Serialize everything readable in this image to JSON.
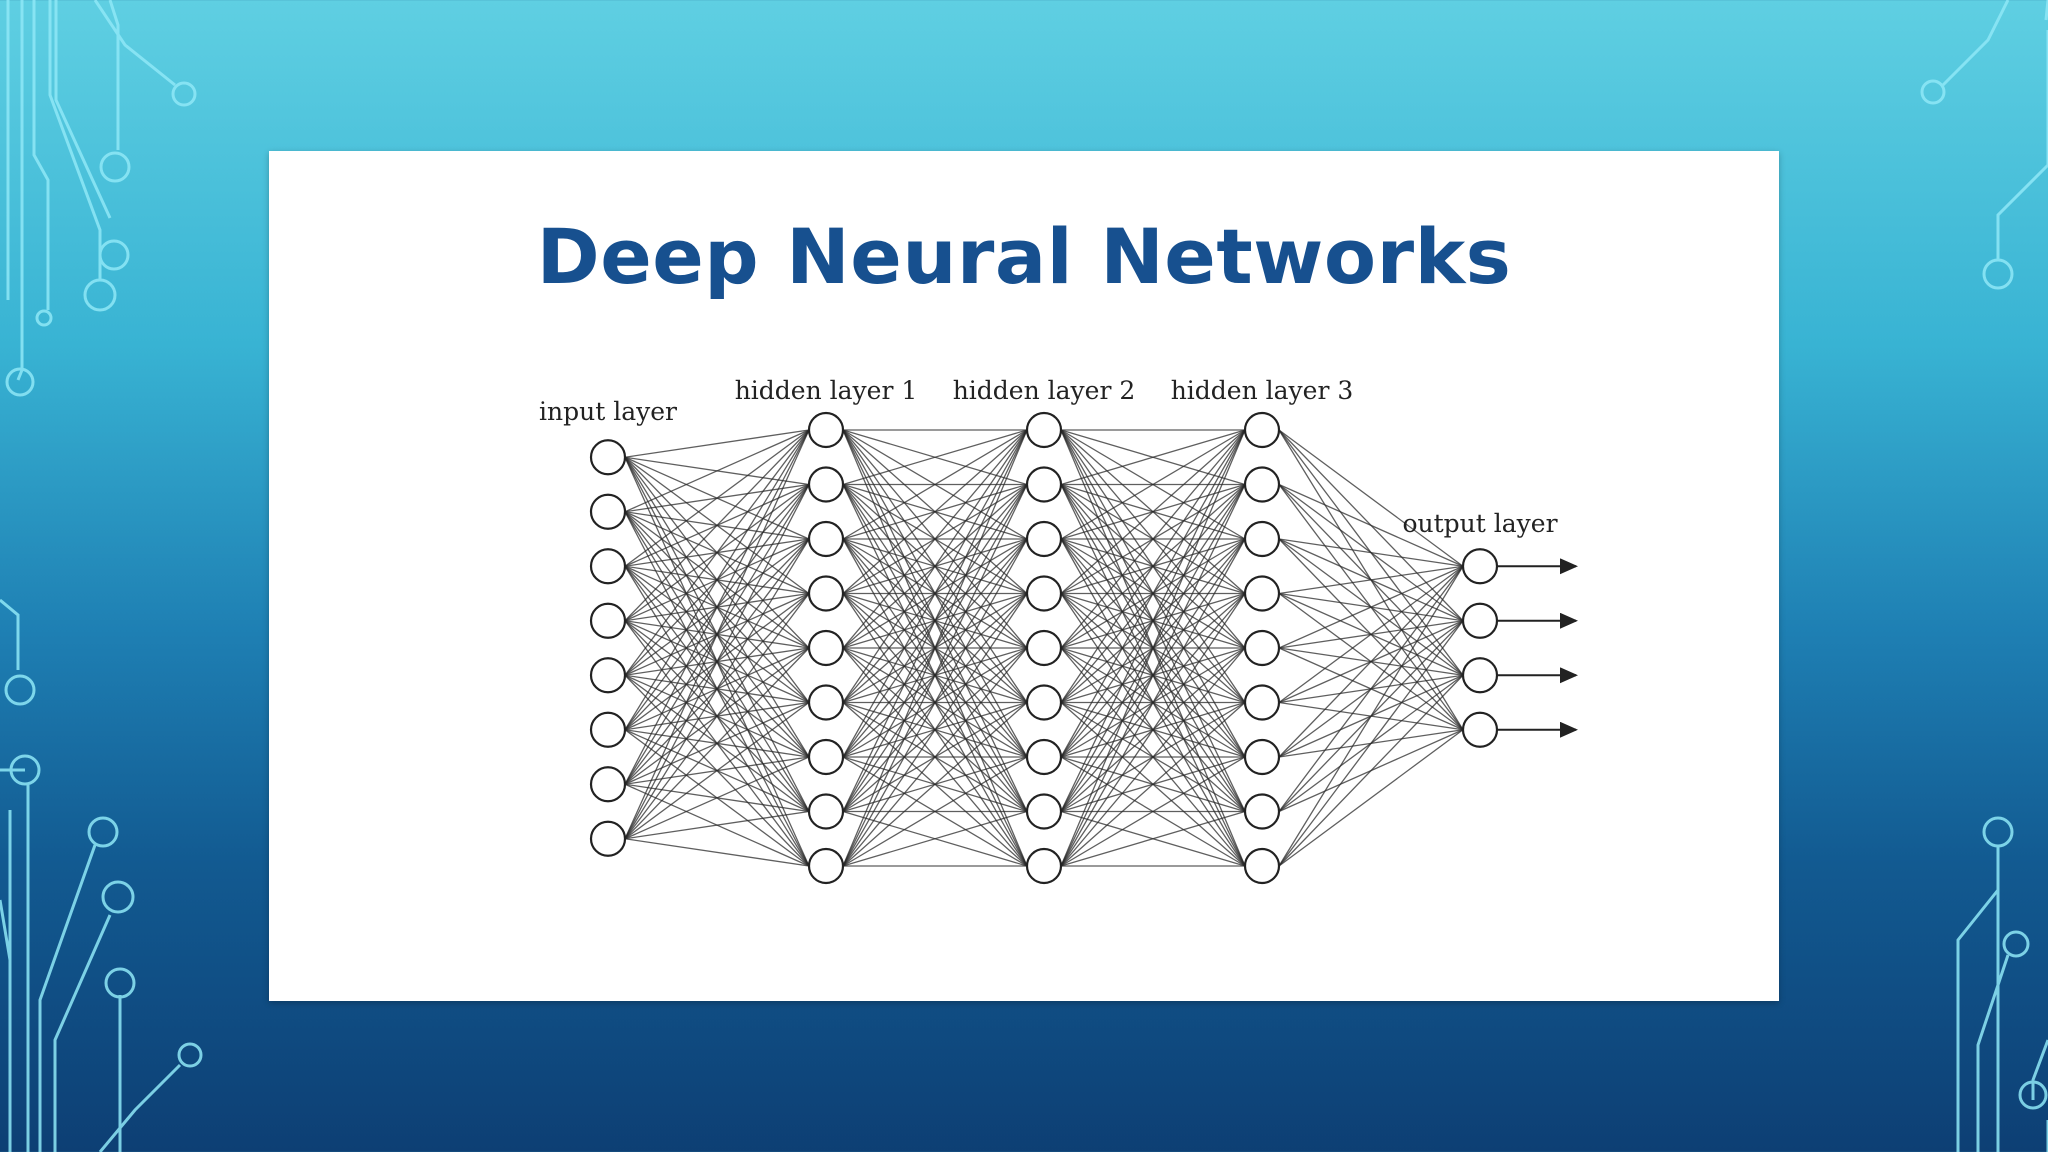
{
  "slide": {
    "title": "Deep Neural Networks"
  },
  "network": {
    "layers": [
      {
        "label": "input layer",
        "neurons": 8
      },
      {
        "label": "hidden layer 1",
        "neurons": 9
      },
      {
        "label": "hidden layer 2",
        "neurons": 9
      },
      {
        "label": "hidden layer 3",
        "neurons": 9
      },
      {
        "label": "output layer",
        "neurons": 4
      }
    ]
  },
  "colors": {
    "title": "#17508f",
    "circuit": "#7fe3f5",
    "background_top": "#5fcfe2",
    "background_bottom": "#0d3f74"
  }
}
